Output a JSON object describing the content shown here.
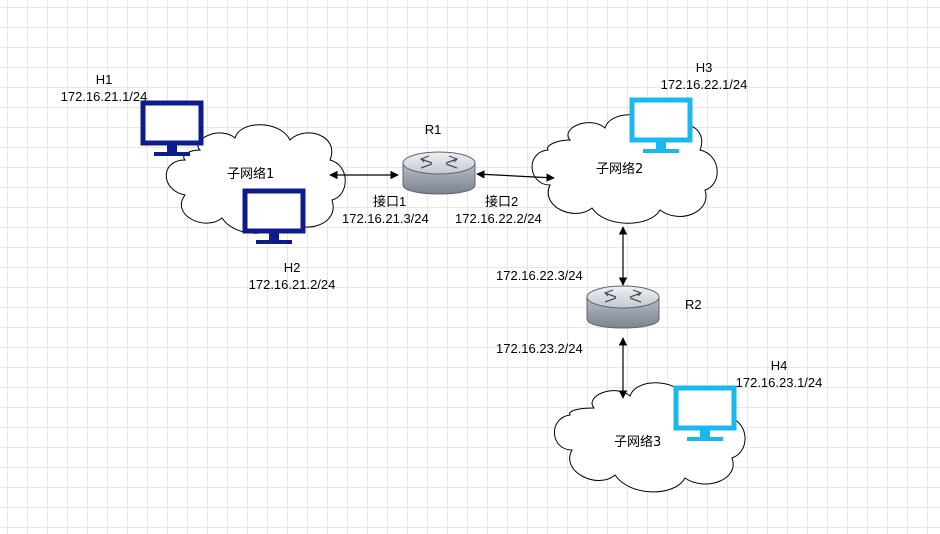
{
  "hosts": {
    "h1": {
      "name": "H1",
      "ip": "172.16.21.1/24",
      "color": "#0c1c8a"
    },
    "h2": {
      "name": "H2",
      "ip": "172.16.21.2/24",
      "color": "#0c1c8a"
    },
    "h3": {
      "name": "H3",
      "ip": "172.16.22.1/24",
      "color": "#1ab8ee"
    },
    "h4": {
      "name": "H4",
      "ip": "172.16.23.1/24",
      "color": "#1ab8ee"
    }
  },
  "subnets": {
    "s1": "子网络1",
    "s2": "子网络2",
    "s3": "子网络3"
  },
  "routers": {
    "r1": {
      "name": "R1",
      "if1_label": "接口1",
      "if1_ip": "172.16.21.3/24",
      "if2_label": "接口2",
      "if2_ip": "172.16.22.2/24"
    },
    "r2": {
      "name": "R2",
      "if_top_ip": "172.16.22.3/24",
      "if_bottom_ip": "172.16.23.2/24"
    }
  },
  "colors": {
    "router_body": "#9aa1ad",
    "router_top": "#d6dae0",
    "link": "#000000"
  }
}
